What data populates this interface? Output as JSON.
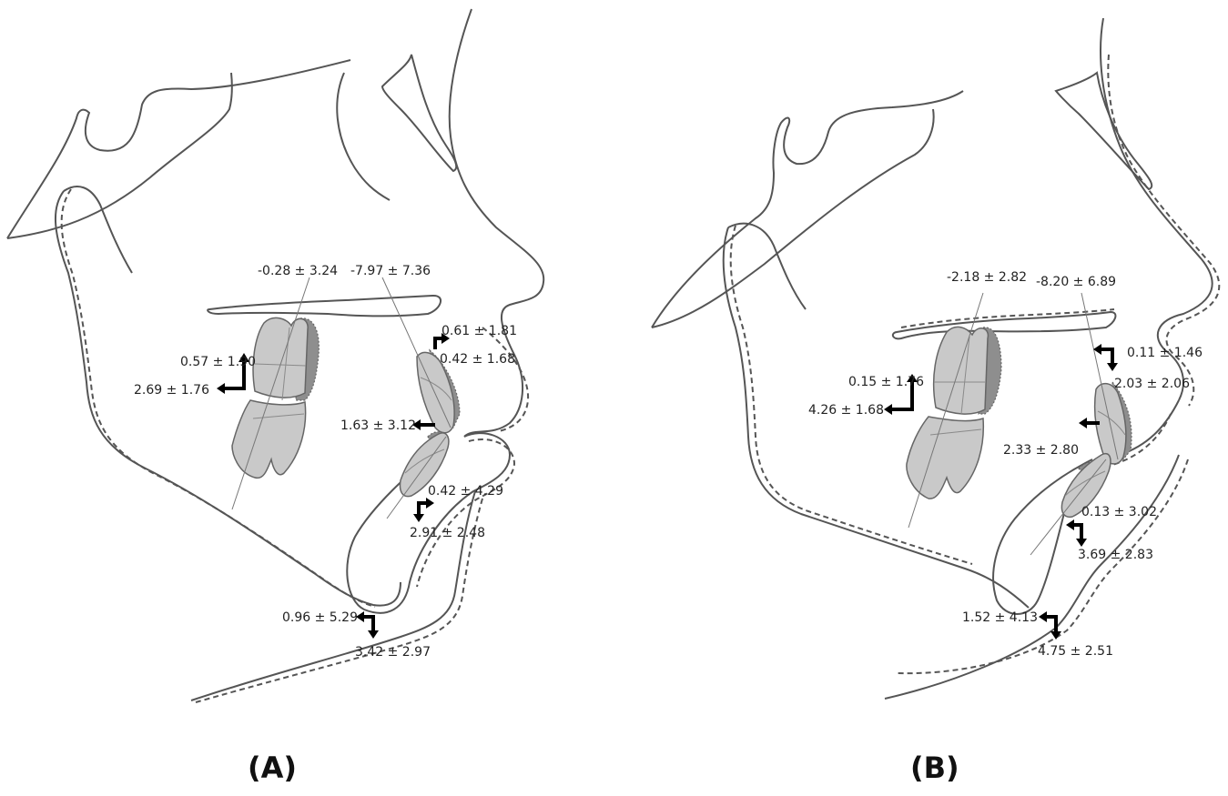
{
  "panels": [
    {
      "label": "(A)",
      "measurements": {
        "molar_angle": "-0.28 ± 3.24",
        "incisor_angle": "-7.97 ± 7.36",
        "upper_incisor_v": "0.61 ± 1.81",
        "upper_incisor_h": "0.42 ± 1.68",
        "molar_v": "0.57 ± 1.90",
        "molar_h": "2.69 ± 1.76",
        "incisor_tip_h": "1.63 ± 3.12",
        "lower_incisor_v": "0.42 ± 4.29",
        "lower_incisor_h": "2.91 ± 2.48",
        "chin_h": "0.96 ± 5.29",
        "chin_v": "3.42 ± 2.97"
      }
    },
    {
      "label": "(B)",
      "measurements": {
        "molar_angle": "-2.18 ± 2.82",
        "incisor_angle": "-8.20 ± 6.89",
        "upper_incisor_v": "0.11 ± 1.46",
        "upper_incisor_h": "2.03 ± 2.06",
        "molar_v": "0.15 ± 1.76",
        "molar_h": "4.26 ± 1.68",
        "incisor_tip_h": "2.33 ± 2.80",
        "lower_incisor_v": "0.13 ± 3.02",
        "lower_incisor_h": "3.69 ± 2.83",
        "chin_h": "1.52 ± 4.13",
        "chin_v": "4.75 ± 2.51"
      }
    }
  ]
}
